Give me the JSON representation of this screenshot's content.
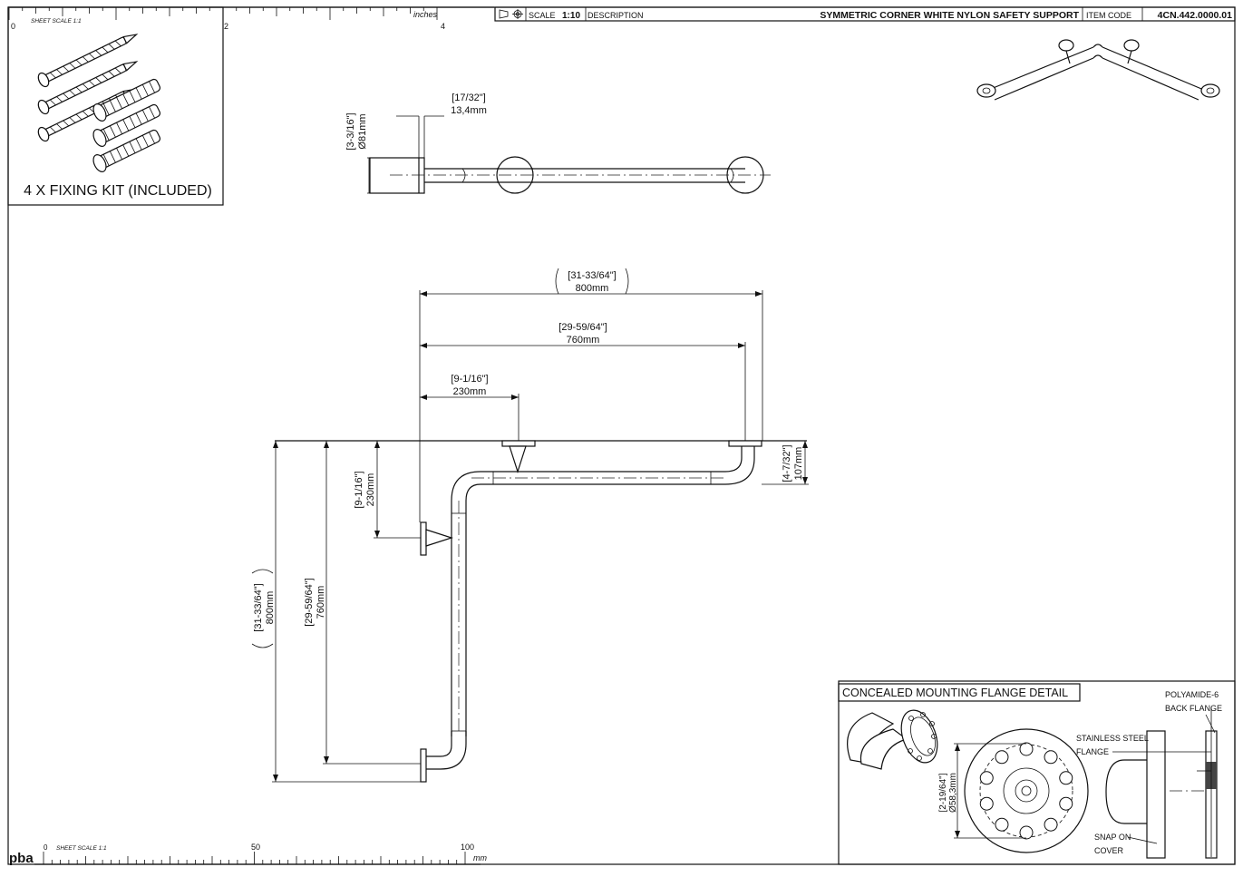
{
  "title_block": {
    "scale_label": "SCALE",
    "scale_value": "1:10",
    "description_label": "DESCRIPTION",
    "description": "SYMMETRIC CORNER WHITE NYLON SAFETY SUPPORT",
    "item_code_label": "ITEM CODE",
    "item_code": "4CN.442.0000.01"
  },
  "inch_ruler": {
    "sheet_scale": "SHEET SCALE 1:1",
    "unit": "inches",
    "labels": [
      "0",
      "2",
      "4"
    ]
  },
  "mm_ruler": {
    "logo": "pba",
    "sheet_scale": "SHEET SCALE 1:1",
    "unit": "mm",
    "labels": [
      "0",
      "50",
      "100"
    ]
  },
  "fixing_kit": {
    "label": "4 X FIXING KIT (INCLUDED)"
  },
  "dimensions": {
    "flange_offset": {
      "inch": "[17/32\"]",
      "mm": "13,4mm"
    },
    "flange_diameter": {
      "inch": "[3-3/16\"]",
      "mm": "Ø81mm"
    },
    "overall_width": {
      "inch": "[31-33/64\"]",
      "mm": "800mm"
    },
    "center_width": {
      "inch": "[29-59/64\"]",
      "mm": "760mm"
    },
    "mid_width": {
      "inch": "[9-1/16\"]",
      "mm": "230mm"
    },
    "depth": {
      "inch": "[4-7/32\"]",
      "mm": "107mm"
    },
    "mid_height": {
      "inch": "[9-1/16\"]",
      "mm": "230mm"
    },
    "overall_height": {
      "inch": "[31-33/64\"]",
      "mm": "800mm"
    },
    "center_height": {
      "inch": "[29-59/64\"]",
      "mm": "760mm"
    }
  },
  "flange_detail": {
    "title": "CONCEALED MOUNTING FLANGE DETAIL",
    "back_flange": "POLYAMIDE-6 BACK FLANGE",
    "back_flange_lines": [
      "POLYAMIDE-6",
      "BACK FLANGE"
    ],
    "steel_flange_lines": [
      "STAINLESS STEEL",
      "FLANGE"
    ],
    "cover_lines": [
      "SNAP ON",
      "COVER"
    ],
    "bolt_circle": {
      "inch": "[2-19/64\"]",
      "mm": "Ø58,3mm"
    }
  }
}
